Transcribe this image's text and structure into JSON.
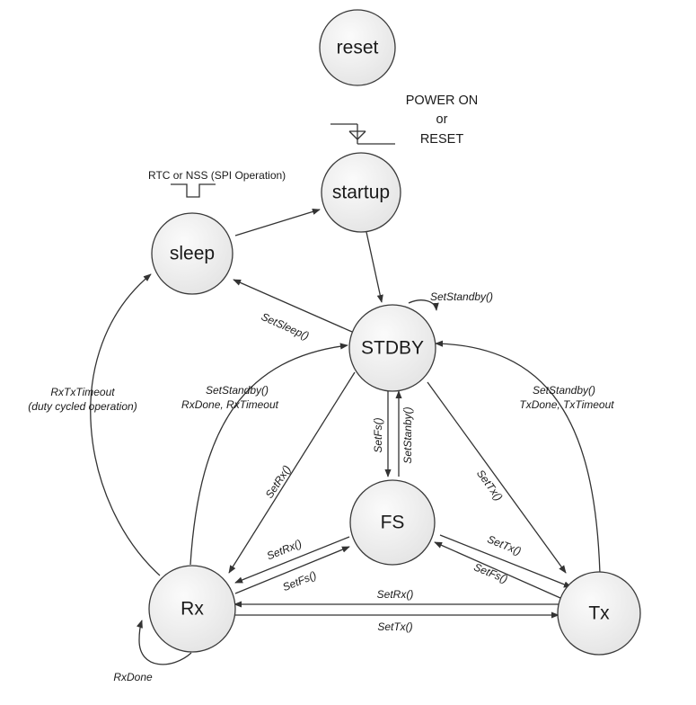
{
  "nodes": {
    "reset": "reset",
    "startup": "startup",
    "sleep": "sleep",
    "stdby": "STDBY",
    "fs": "FS",
    "rx": "Rx",
    "tx": "Tx"
  },
  "power_on": {
    "line1": "POWER ON",
    "line2": "or",
    "line3": "RESET"
  },
  "wake_signal": "RTC or NSS (SPI Operation)",
  "edges": {
    "set_sleep": "SetSleep()",
    "set_standby_self": "SetStandby()",
    "rx_to_stdby_line1": "SetStandby()",
    "rx_to_stdby_line2": "RxDone, RxTimeout",
    "tx_to_stdby_line1": "SetStandby()",
    "tx_to_stdby_line2": "TxDone, TxTimeout",
    "rx_to_sleep_line1": "RxTxTimeout",
    "rx_to_sleep_line2": "(duty cycled operation)",
    "stdby_to_rx": "SetRx()",
    "stdby_to_tx": "SetTx()",
    "stdby_to_fs": "SetFs()",
    "fs_to_stdby": "SetStanby()",
    "fs_to_rx": "SetRx()",
    "rx_to_fs": "SetFs()",
    "fs_to_tx": "SetTx()",
    "tx_to_fs": "SetFs()",
    "tx_to_rx": "SetRx()",
    "rx_to_tx": "SetTx()",
    "rx_self": "RxDone"
  }
}
